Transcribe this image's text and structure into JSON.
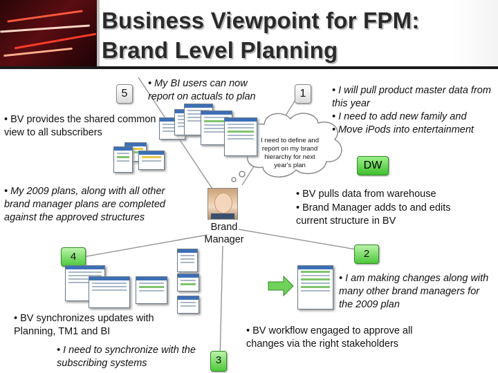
{
  "title": {
    "line1": "Business Viewpoint for FPM:",
    "line2": "Brand Level Planning"
  },
  "center": {
    "name_line1": "Brand",
    "name_line2": "Manager"
  },
  "steps": {
    "s1": {
      "number": "1"
    },
    "s2": {
      "number": "2"
    },
    "s3": {
      "number": "3"
    },
    "s4": {
      "number": "4"
    },
    "s5": {
      "number": "5"
    },
    "dw": {
      "label": "DW"
    }
  },
  "bullets": {
    "bi_users": "• My BI users can now report on actuals to plan",
    "shared_view": "• BV provides the shared common view to all subscribers",
    "pull_master": "• I will pull product master data from this year",
    "add_family": "• I need to add new family and",
    "move_ipods": "• Move iPods into entertainment",
    "thought": "I need to define and report on my brand hierarchy for next year's plan",
    "plans_2009": "• My 2009 plans, along with all other brand manager plans are completed against the approved structures",
    "pulls_data": "• BV pulls data from warehouse",
    "adds_edits": "• Brand Manager adds to and edits current structure in BV",
    "making_changes": "• I am making changes along with many other brand managers for the 2009 plan",
    "synchronizes": "• BV synchronizes updates with Planning, TM1 and BI",
    "need_sync": "• I need to synchronize with the subscribing systems",
    "workflow": "• BV workflow engaged to approve all changes via the right stakeholders"
  },
  "colors": {
    "accent_dark_red": "#5a0d12",
    "badge_green": "#4ec83b",
    "line_gray": "#9a9a9a"
  },
  "icons": [
    "thought-bubble-icon",
    "person-photo",
    "green-arrow-icon"
  ]
}
